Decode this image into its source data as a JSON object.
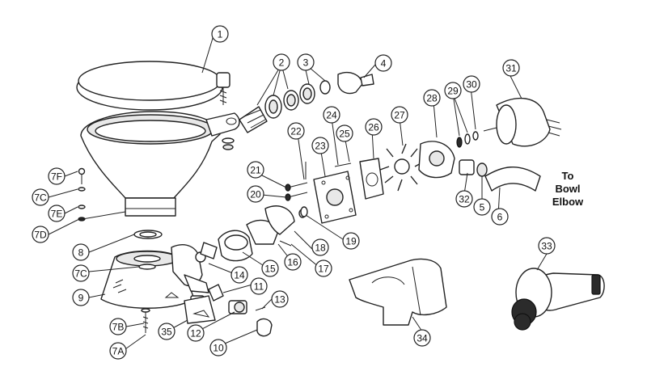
{
  "callouts": [
    {
      "label": "1"
    },
    {
      "label": "2"
    },
    {
      "label": "3"
    },
    {
      "label": "4"
    },
    {
      "label": "31"
    },
    {
      "label": "28"
    },
    {
      "label": "29"
    },
    {
      "label": "30"
    },
    {
      "label": "22"
    },
    {
      "label": "24"
    },
    {
      "label": "25"
    },
    {
      "label": "26"
    },
    {
      "label": "27"
    },
    {
      "label": "23"
    },
    {
      "label": "21"
    },
    {
      "label": "20"
    },
    {
      "label": "7F"
    },
    {
      "label": "7C"
    },
    {
      "label": "7E"
    },
    {
      "label": "7D"
    },
    {
      "label": "8"
    },
    {
      "label": "7C"
    },
    {
      "label": "9"
    },
    {
      "label": "14"
    },
    {
      "label": "15"
    },
    {
      "label": "16"
    },
    {
      "label": "17"
    },
    {
      "label": "18"
    },
    {
      "label": "19"
    },
    {
      "label": "11"
    },
    {
      "label": "13"
    },
    {
      "label": "12"
    },
    {
      "label": "35"
    },
    {
      "label": "10"
    },
    {
      "label": "7B"
    },
    {
      "label": "7A"
    },
    {
      "label": "34"
    },
    {
      "label": "32"
    },
    {
      "label": "5"
    },
    {
      "label": "6"
    },
    {
      "label": "33"
    }
  ],
  "note": {
    "line1": "To",
    "line2": "Bowl",
    "line3": "Elbow"
  }
}
